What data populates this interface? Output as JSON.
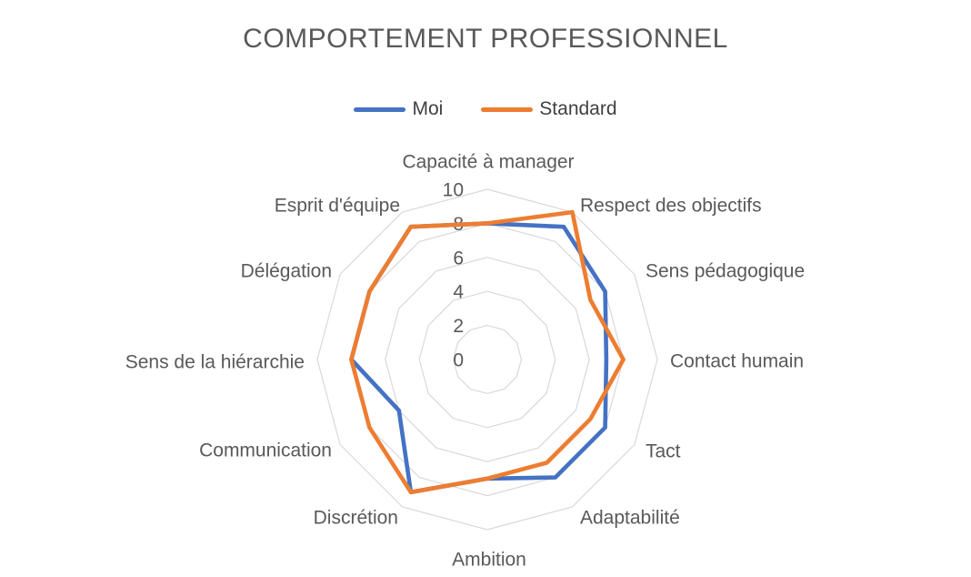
{
  "title": "COMPORTEMENT PROFESSIONNEL",
  "chart_data": {
    "type": "radar",
    "title": "COMPORTEMENT PROFESSIONNEL",
    "categories": [
      "Capacité à manager",
      "Respect des objectifs",
      "Sens pédagogique",
      "Contact humain",
      "Tact",
      "Adaptabilité",
      "Ambition",
      "Discrétion",
      "Communication",
      "Sens de la hiérarchie",
      "Délégation",
      "Esprit d'équipe"
    ],
    "series": [
      {
        "name": "Moi",
        "color": "#4472C4",
        "values": [
          8,
          9,
          8,
          7,
          8,
          8,
          7,
          9,
          6,
          8,
          8,
          9
        ]
      },
      {
        "name": "Standard",
        "color": "#ED7D31",
        "values": [
          8,
          10,
          7,
          8,
          7,
          7,
          7,
          9,
          8,
          8,
          8,
          9
        ]
      }
    ],
    "radial_axis": {
      "min": 0,
      "max": 10,
      "step": 2,
      "tick_labels": [
        "0",
        "2",
        "4",
        "6",
        "8",
        "10"
      ]
    },
    "gridline_color": "#D9D9D9",
    "label_color": "#595959",
    "gridlines": true,
    "legend_position": "top"
  }
}
